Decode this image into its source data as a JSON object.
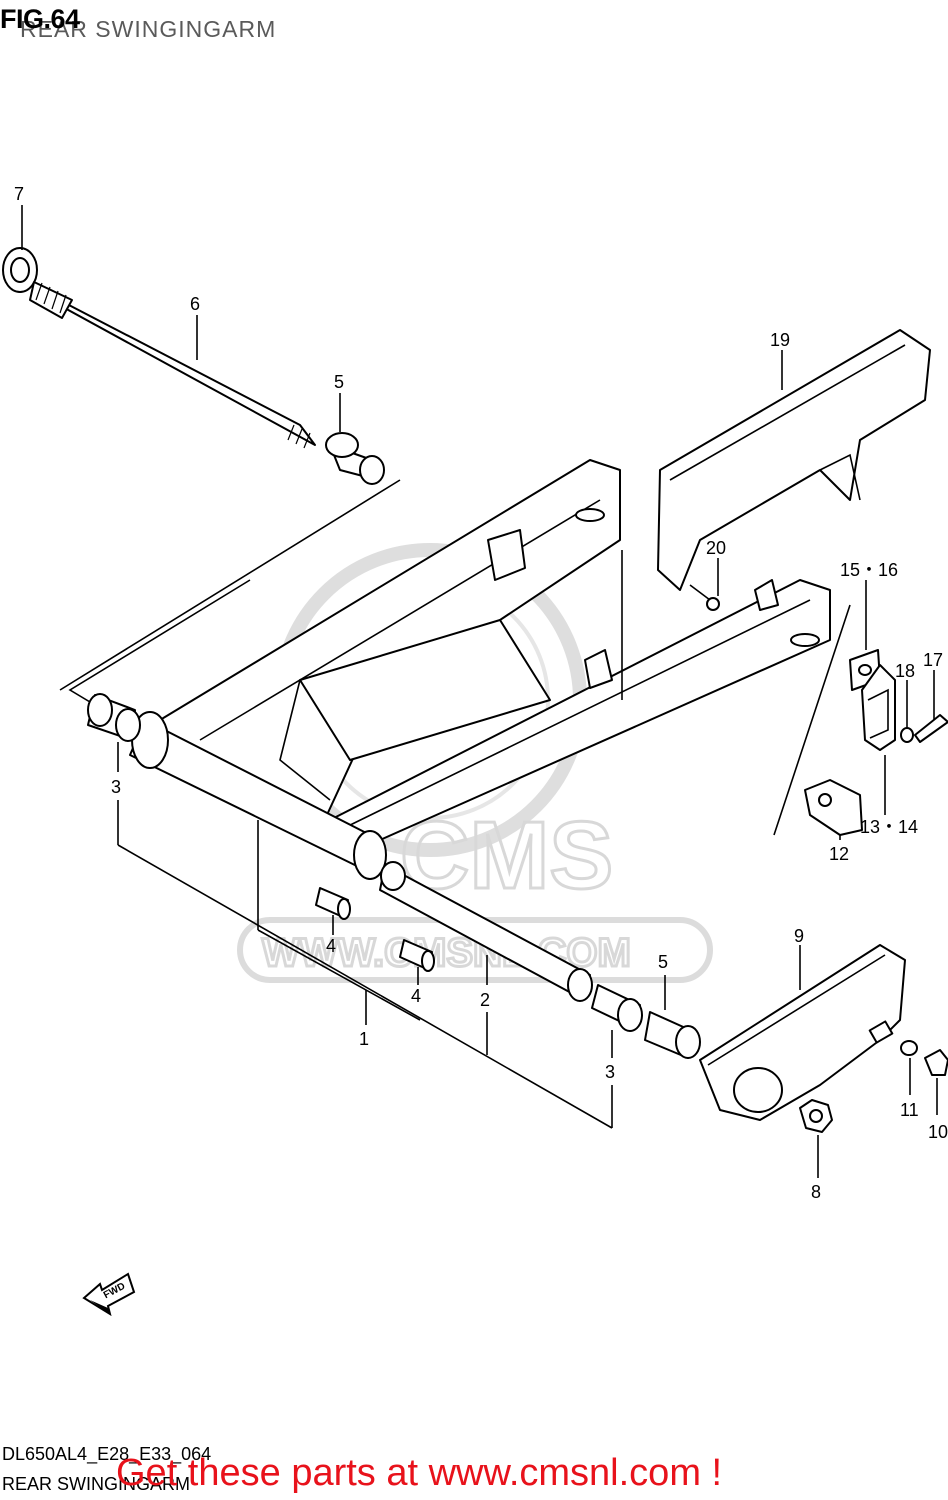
{
  "header": {
    "fig_number": "FIG.64",
    "title": "REAR SWINGINGARM"
  },
  "footer": {
    "code": "DL650AL4_E28_E33_064",
    "title": "REAR SWINGINGARM",
    "cta": "Get these parts at www.cmsnl.com !"
  },
  "watermark": {
    "brand": "CMS",
    "url": "WWW.CMSNL.COM"
  },
  "callouts": {
    "c1": "1",
    "c2": "2",
    "c3a": "3",
    "c3b": "3",
    "c4a": "4",
    "c4b": "4",
    "c5a": "5",
    "c5b": "5",
    "c6": "6",
    "c7": "7",
    "c8": "8",
    "c9": "9",
    "c10": "10",
    "c11": "11",
    "c12": "12",
    "c1314": "13・14",
    "c1516": "15・16",
    "c17": "17",
    "c18": "18",
    "c19": "19",
    "c20": "20"
  },
  "fwd_label": "FWD"
}
